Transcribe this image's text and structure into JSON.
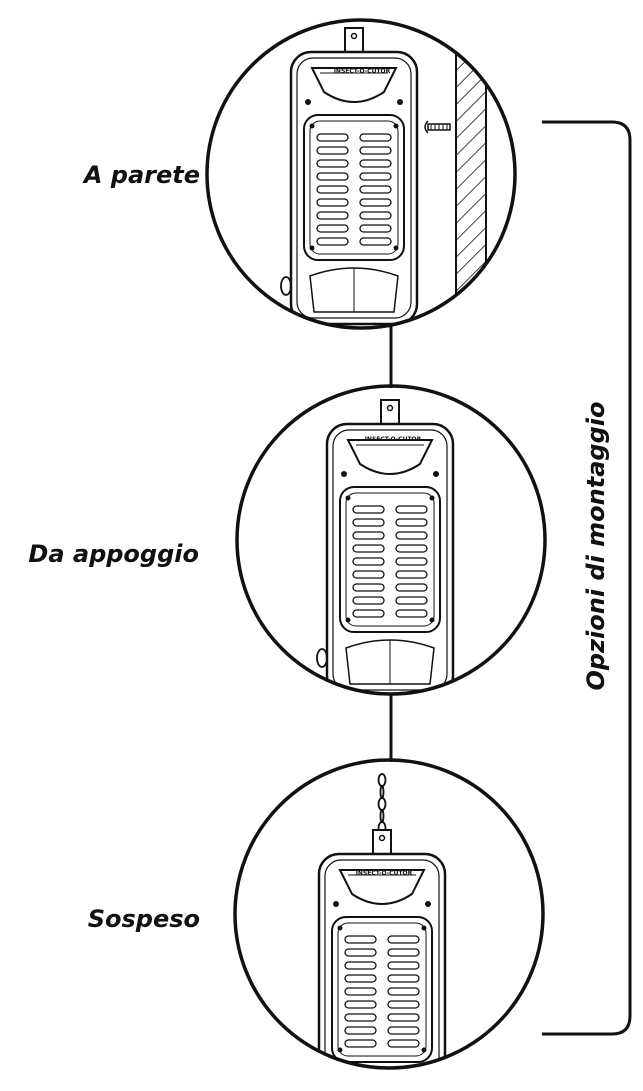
{
  "diagram": {
    "title": "Opzioni di montaggio",
    "options": [
      {
        "id": "wall",
        "label": "A parete"
      },
      {
        "id": "floor",
        "label": "Da appoggio"
      },
      {
        "id": "hang",
        "label": "Sospeso"
      }
    ],
    "device_brand": "INSECT-O-CUTOR",
    "colors": {
      "line": "#111111",
      "background": "#ffffff"
    }
  }
}
